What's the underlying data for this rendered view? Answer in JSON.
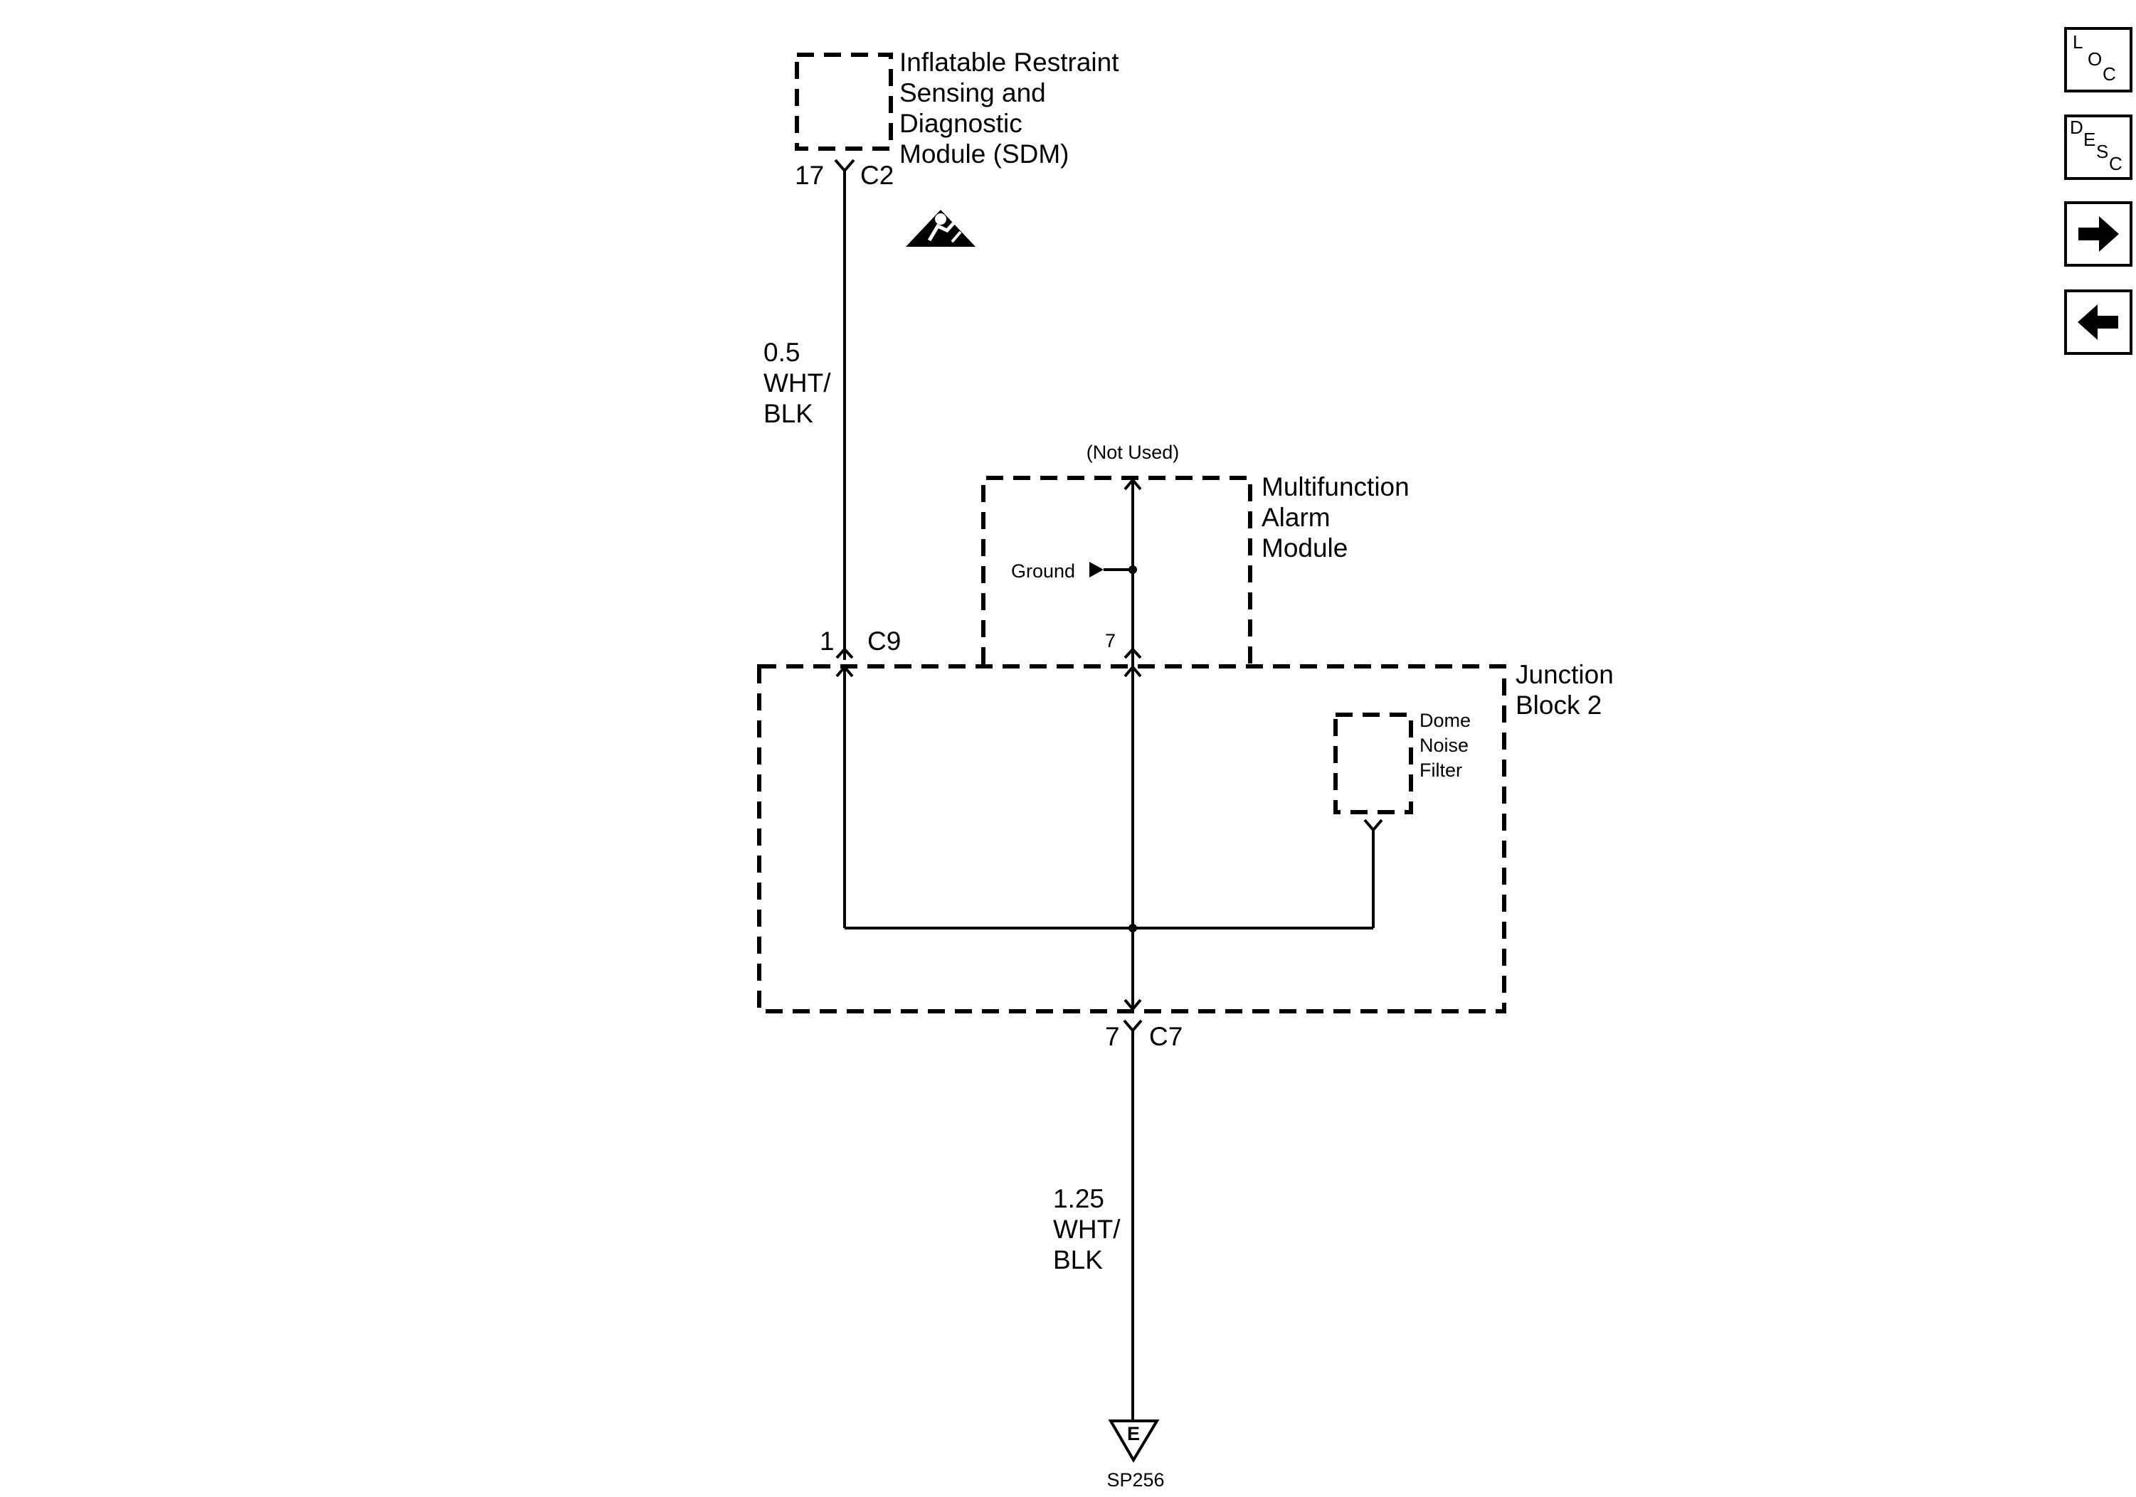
{
  "sdm": {
    "lines": [
      "Inflatable Restraint",
      "Sensing and",
      "Diagnostic",
      "Module (SDM)"
    ],
    "pin": "17",
    "connector": "C2"
  },
  "airbag_icon": "airbag-warning-icon",
  "wire_upper": {
    "lines": [
      "0.5",
      "WHT/",
      "BLK"
    ]
  },
  "multifunction_alarm": {
    "lines": [
      "Multifunction",
      "Alarm",
      "Module"
    ],
    "not_used": "(Not Used)",
    "ground": "Ground",
    "pin": "7"
  },
  "junction_block": {
    "lines": [
      "Junction",
      "Block 2"
    ],
    "pin_c9": "1",
    "connector_c9": "C9",
    "dome_filter": [
      "Dome",
      "Noise",
      "Filter"
    ]
  },
  "bottom_connector": {
    "pin": "7",
    "connector": "C7"
  },
  "wire_lower": {
    "lines": [
      "1.25",
      "WHT/",
      "BLK"
    ]
  },
  "ground_point": {
    "letter": "E",
    "label": "SP256"
  },
  "nav": {
    "loc": [
      "L",
      "O",
      "C"
    ],
    "desc": [
      "D",
      "E",
      "S",
      "C"
    ],
    "next_icon": "arrow-right-icon",
    "prev_icon": "arrow-left-icon"
  }
}
